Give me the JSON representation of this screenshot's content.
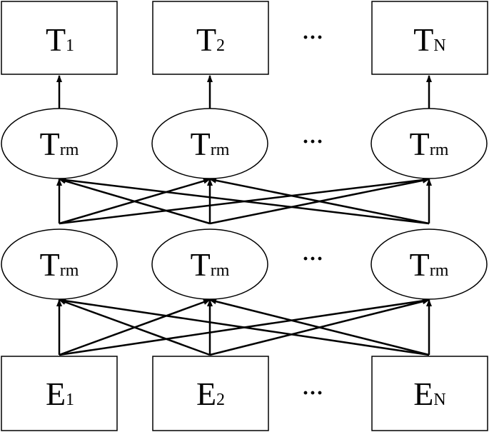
{
  "outputs": [
    {
      "main": "T",
      "sub": "1"
    },
    {
      "main": "T",
      "sub": "2"
    },
    {
      "main": "T",
      "sub": "N"
    }
  ],
  "upper_layer": [
    {
      "main": "T",
      "sub": "rm"
    },
    {
      "main": "T",
      "sub": "rm"
    },
    {
      "main": "T",
      "sub": "rm"
    }
  ],
  "lower_layer": [
    {
      "main": "T",
      "sub": "rm"
    },
    {
      "main": "T",
      "sub": "rm"
    },
    {
      "main": "T",
      "sub": "rm"
    }
  ],
  "inputs": [
    {
      "main": "E",
      "sub": "1"
    },
    {
      "main": "E",
      "sub": "2"
    },
    {
      "main": "E",
      "sub": "N"
    }
  ],
  "ellipsis": "···"
}
